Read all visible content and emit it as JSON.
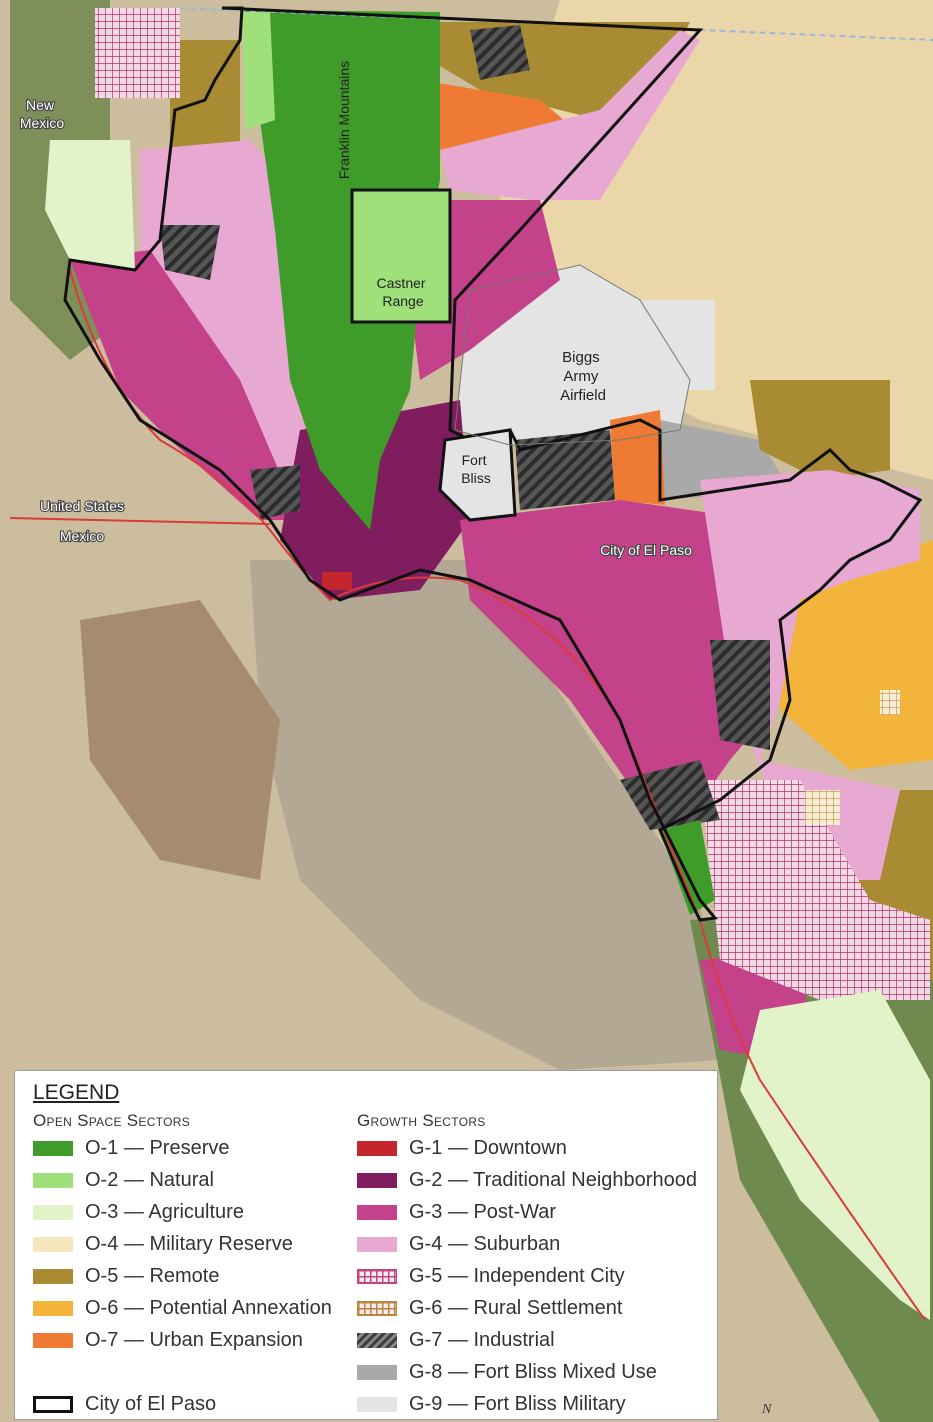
{
  "map_labels": {
    "new_mexico": [
      "New",
      "Mexico"
    ],
    "franklin_mountains": "Franklin Mountains",
    "castner_range": [
      "Castner",
      "Range"
    ],
    "biggs_army_airfield": [
      "Biggs",
      "Army",
      "Airfield"
    ],
    "fort_bliss": [
      "Fort",
      "Bliss"
    ],
    "united_states": "United States",
    "mexico": "Mexico",
    "city_of_el_paso": "City of El Paso",
    "north_arrow": "N"
  },
  "legend": {
    "title": "LEGEND",
    "open_space_heading": "Open Space Sectors",
    "growth_heading": "Growth Sectors",
    "open_space": [
      {
        "label": "O-1 — Preserve",
        "color": "#3f9b2a"
      },
      {
        "label": "O-2 — Natural",
        "color": "#9fe07a"
      },
      {
        "label": "O-3 — Agriculture",
        "color": "#e3f3c9"
      },
      {
        "label": "O-4 — Military Reserve",
        "color": "#f6e7bf"
      },
      {
        "label": "O-5 — Remote",
        "color": "#a88b32"
      },
      {
        "label": "O-6 — Potential Annexation",
        "color": "#f2b43a"
      },
      {
        "label": "O-7 — Urban Expansion",
        "color": "#ef7a34"
      }
    ],
    "growth": [
      {
        "label": "G-1 — Downtown",
        "color": "#c4262e",
        "pattern": "solid"
      },
      {
        "label": "G-2 — Traditional Neighborhood",
        "color": "#7f1d5e",
        "pattern": "solid"
      },
      {
        "label": "G-3 — Post-War",
        "color": "#c4428a",
        "pattern": "solid"
      },
      {
        "label": "G-4 — Suburban",
        "color": "#e7a9d1",
        "pattern": "solid"
      },
      {
        "label": "G-5 — Independent City",
        "color": "#c2457e",
        "pattern": "grid"
      },
      {
        "label": "G-6 — Rural Settlement",
        "color": "#b8873a",
        "pattern": "grid"
      },
      {
        "label": "G-7 — Industrial",
        "color": "#3f3f3f",
        "pattern": "hatch"
      },
      {
        "label": "G-8 — Fort Bliss Mixed Use",
        "color": "#a9a9a9",
        "pattern": "solid"
      },
      {
        "label": "G-9 — Fort Bliss Military",
        "color": "#e4e4e4",
        "pattern": "solid"
      }
    ],
    "city_boundary": "City of El Paso"
  }
}
